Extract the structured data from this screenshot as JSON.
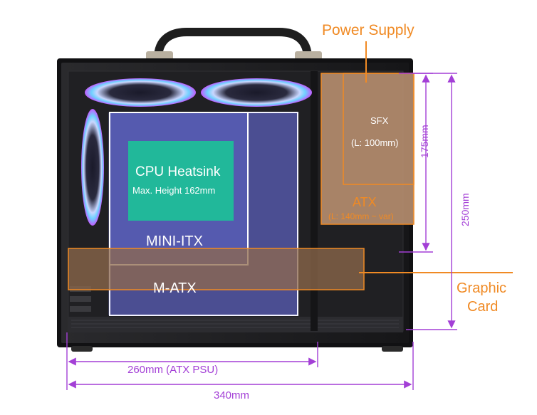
{
  "colors": {
    "accent_orange": "#f08a24",
    "dimension_purple": "#a33fd6",
    "board_blue": "#5a62d8",
    "heatsink_teal": "#21b89a",
    "psu_tan": "#b48c6e",
    "case_black": "#1b1b1d"
  },
  "labels": {
    "power_supply": "Power Supply",
    "sfx": "SFX",
    "sfx_length": "(L: 100mm)",
    "atx": "ATX",
    "atx_length": "(L: 140mm ~ var)",
    "cpu_heatsink": "CPU Heatsink",
    "max_height": "Max. Height 162mm",
    "mini_itx": "MINI-ITX",
    "m_atx": "M-ATX",
    "graphic": "Graphic",
    "card": "Card"
  },
  "dimensions": {
    "psu_height": "175mm",
    "case_height": "250mm",
    "depth_atx_psu": "260mm (ATX PSU)",
    "total_width": "340mm"
  },
  "icons": {
    "fans": "rgb-fan-icon",
    "handle": "carry-handle-icon"
  }
}
